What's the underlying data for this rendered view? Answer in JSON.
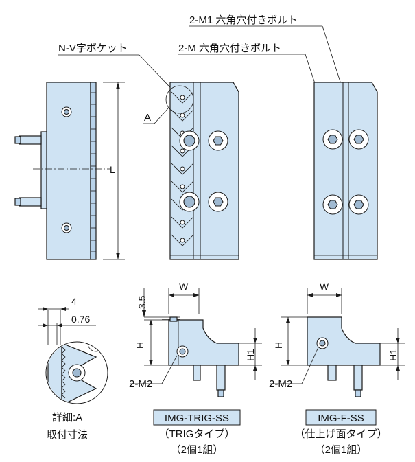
{
  "labels": {
    "bolt_m1": "2-M1 六角穴付きボルト",
    "bolt_m": "2-M 六角穴付きボルト",
    "pocket": "N-V字ポケット",
    "detail_a_mark": "A",
    "length_L": "L",
    "dim_4": "4",
    "dim_076": "0.76",
    "dim_35": "3.5",
    "dim_w_left": "W",
    "dim_w_right": "W",
    "dim_h_left": "H",
    "dim_h1_left": "H1",
    "dim_h_right": "H",
    "dim_h1_right": "H1",
    "m2_left": "2-M2",
    "m2_right": "2-M2"
  },
  "detail": {
    "line1": "詳細:A",
    "line2": "取付寸法"
  },
  "products": [
    {
      "model": "IMG-TRIG-SS",
      "type": "（TRIGタイプ）",
      "qty": "（2個1組）"
    },
    {
      "model": "IMG-F-SS",
      "type": "（仕上げ面タイプ）",
      "qty": "（2個1組）"
    }
  ],
  "colors": {
    "part_fill": "#cfe3f3",
    "line": "#1a1a1a"
  }
}
